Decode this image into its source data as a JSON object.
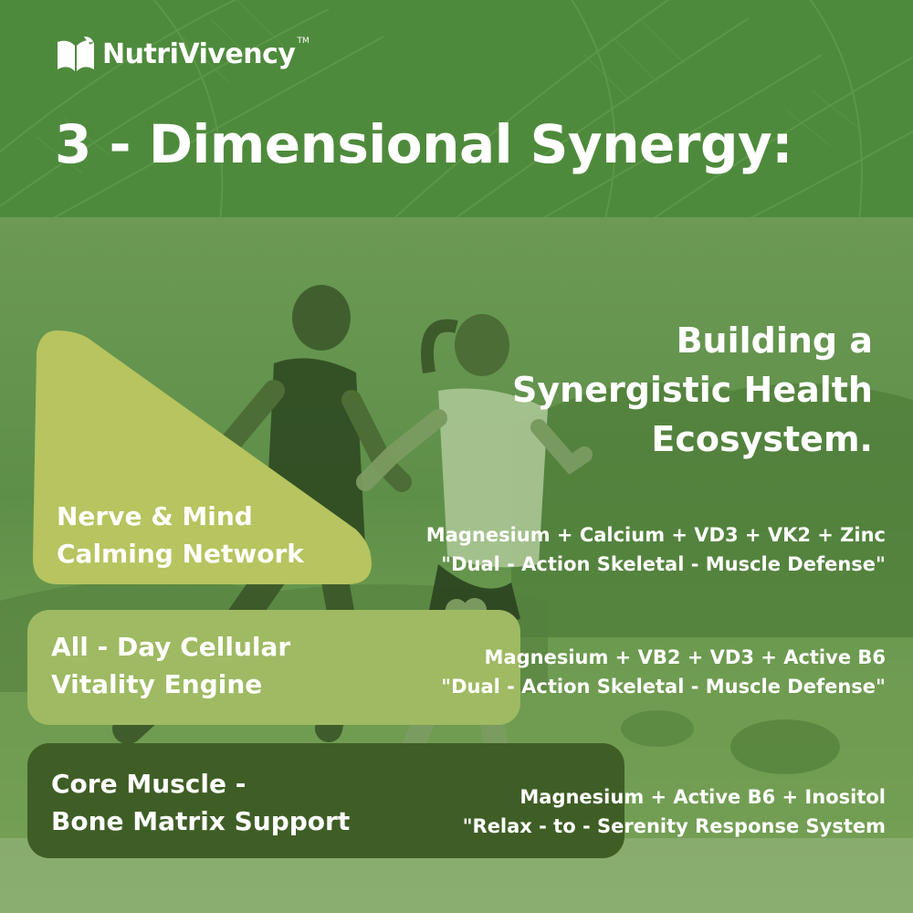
{
  "brand": {
    "name": "NutriVivency",
    "trademark": "TM"
  },
  "title": "3 - Dimensional Synergy:",
  "headline": {
    "line1": "Building a",
    "line2": "Synergistic Health",
    "line3": "Ecosystem."
  },
  "cards": [
    {
      "line1": "Nerve & Mind",
      "line2": "Calming Network",
      "color": "#b7c45f"
    },
    {
      "line1": "All - Day Cellular",
      "line2": "Vitality Engine",
      "color": "#9fba63"
    },
    {
      "line1": "Core Muscle -",
      "line2": "Bone Matrix Support",
      "color": "#3f5e26"
    }
  ],
  "ingredients": [
    {
      "formula": "Magnesium + Calcium + VD3 + VK2 + Zinc",
      "tagline": "\"Dual - Action Skeletal - Muscle Defense\""
    },
    {
      "formula": "Magnesium + VB2 + VD3 + Active B6",
      "tagline": "\"Dual - Action Skeletal - Muscle Defense\""
    },
    {
      "formula": "Magnesium + Active B6 + Inositol",
      "tagline": "\"Relax - to - Serenity Response System"
    }
  ],
  "icons": {
    "logo": "leaf-book-icon"
  },
  "colors": {
    "header_green": "#4e8a3c",
    "overlay_green": "#5f8a45"
  }
}
